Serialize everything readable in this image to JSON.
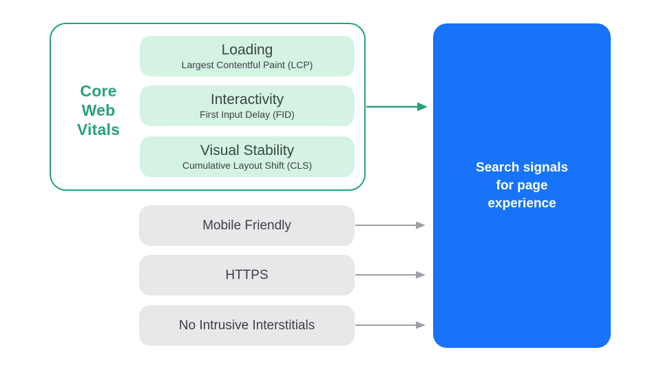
{
  "palette": {
    "green": "#27a17b",
    "mint": "#d4f3e3",
    "blue": "#1773f7",
    "gray_box": "#e8e8ea",
    "gray_arrow": "#9aa0a6",
    "text_dark": "#3c4043",
    "text_white": "#ffffff"
  },
  "core_web_vitals": {
    "label_lines": [
      "Core",
      "Web",
      "Vitals"
    ],
    "items": [
      {
        "title": "Loading",
        "subtitle": "Largest Contentful Paint (LCP)"
      },
      {
        "title": "Interactivity",
        "subtitle": "First Input Delay (FID)"
      },
      {
        "title": "Visual Stability",
        "subtitle": "Cumulative Layout Shift (CLS)"
      }
    ]
  },
  "other_signals": [
    {
      "label": "Mobile Friendly"
    },
    {
      "label": "HTTPS"
    },
    {
      "label": "No Intrusive Interstitials"
    }
  ],
  "result_box": {
    "lines": [
      "Search signals",
      "for page",
      "experience"
    ]
  },
  "connections": [
    {
      "from": "core-web-vitals",
      "to": "search-signals",
      "color": "#27a17b"
    },
    {
      "from": "mobile-friendly",
      "to": "search-signals",
      "color": "#9aa0a6"
    },
    {
      "from": "https",
      "to": "search-signals",
      "color": "#9aa0a6"
    },
    {
      "from": "no-intrusive-interstitials",
      "to": "search-signals",
      "color": "#9aa0a6"
    }
  ]
}
